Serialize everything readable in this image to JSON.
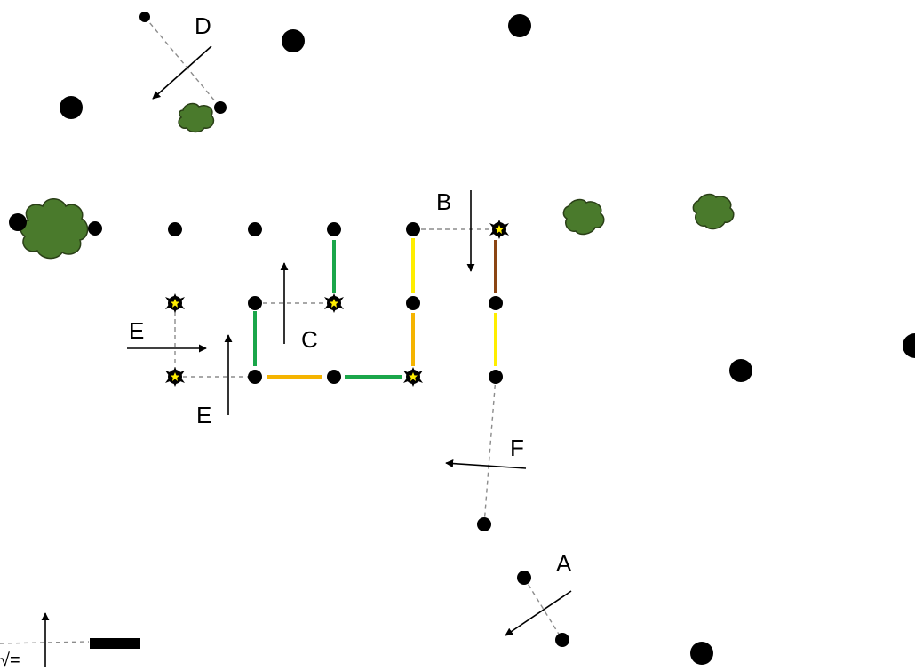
{
  "labels": {
    "a": "A",
    "b": "B",
    "c": "C",
    "d": "D",
    "e1": "E",
    "e2": "E",
    "f": "F",
    "corner": "√="
  },
  "colors": {
    "post": "#000000",
    "dashed_line": "#8c8c8c",
    "green": "#1aa64a",
    "yellow": "#ffee00",
    "orange": "#f5b400",
    "brown": "#8b4513",
    "shrub_fill": "#4a7a2c",
    "shrub_stroke": "#2a3f17",
    "star": "#ffee00"
  },
  "icons": {
    "tree": "shrub-icon",
    "star": "star-burst-icon",
    "arrow": "arrow-icon"
  }
}
